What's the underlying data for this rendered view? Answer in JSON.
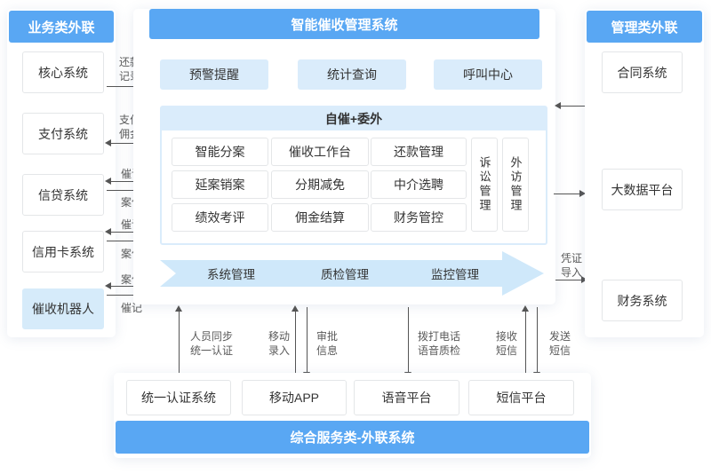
{
  "colors": {
    "header_blue": "#59a7f3",
    "light_blue": "#daecfb",
    "arrow_blue": "#cfe8fa",
    "robot_blue": "#d6ebfa"
  },
  "left_panel": {
    "title": "业务类外联",
    "items": [
      "核心系统",
      "支付系统",
      "信贷系统",
      "信用卡系统",
      "催收机器人"
    ]
  },
  "center_panel": {
    "title": "智能催收管理系统",
    "top_modules": [
      "预警提醒",
      "统计查询",
      "呼叫中心"
    ],
    "collection_group": {
      "title": "自催+委外",
      "modules": [
        "智能分案",
        "催收工作台",
        "还款管理",
        "延案销案",
        "分期减免",
        "中介选聘",
        "绩效考评",
        "佣金结算",
        "财务管控"
      ],
      "vertical_modules": [
        "诉讼管理",
        "外访管理"
      ]
    },
    "bottom_band": [
      "系统管理",
      "质检管理",
      "监控管理"
    ]
  },
  "right_panel": {
    "title": "管理类外联",
    "items": [
      "合同系统",
      "大数据平台",
      "财务系统"
    ]
  },
  "bottom_panel": {
    "title": "综合服务类-外联系统",
    "items": [
      "统一认证系统",
      "移动APP",
      "语音平台",
      "短信平台"
    ]
  },
  "flow_labels": {
    "left": [
      "还款记录",
      "支付佣金",
      "催记",
      "案件",
      "催记",
      "案件",
      "案件",
      "催记"
    ],
    "right": [
      "凭证导入"
    ],
    "bottom": [
      "人员同步统一认证",
      "移动录入",
      "审批信息",
      "拨打电话语音质检",
      "接收短信",
      "发送短信"
    ]
  }
}
